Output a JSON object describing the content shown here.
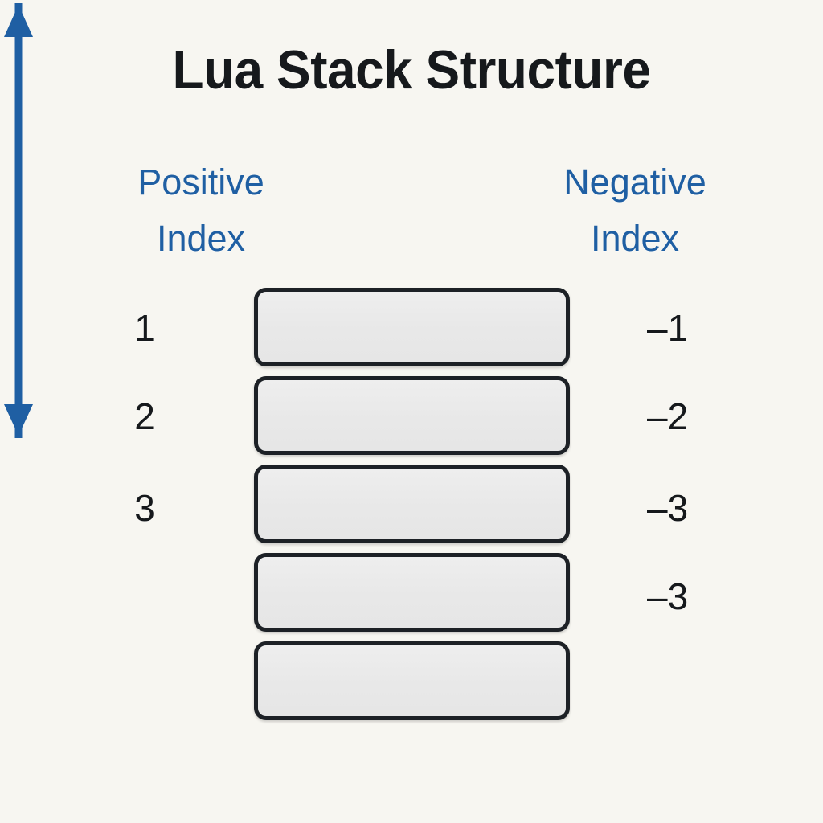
{
  "diagram": {
    "title": "Lua Stack Structure",
    "background_color": "#f7f6f1",
    "accent_color": "#1f5fa3",
    "box_border_color": "#1d2126",
    "box_fill_color": "#e9e9e9",
    "text_color": "#16191c"
  },
  "columns": {
    "left": {
      "header": "Positive\nIndex",
      "arrow": {
        "name": "up-arrow",
        "direction": "up",
        "color": "#1f5fa3"
      },
      "labels": [
        "1",
        "2",
        "3"
      ]
    },
    "right": {
      "header": "Negative\nIndex",
      "arrow": {
        "name": "down-arrow",
        "direction": "down",
        "color": "#1f5fa3"
      },
      "labels": [
        "–1",
        "–2",
        "–3",
        "–3"
      ]
    }
  },
  "stack": {
    "slot_count": 5,
    "slots": [
      {
        "label": "",
        "positive_index": "1",
        "negative_index": "–1"
      },
      {
        "label": "",
        "positive_index": "2",
        "negative_index": "–2"
      },
      {
        "label": "",
        "positive_index": "3",
        "negative_index": "–3"
      },
      {
        "label": "",
        "positive_index": "",
        "negative_index": "–3"
      },
      {
        "label": "",
        "positive_index": "",
        "negative_index": ""
      }
    ]
  },
  "chart_data": {
    "type": "diagram",
    "title": "Lua Stack Structure",
    "description": "Vertical stack of five empty rounded slots with positive indices counting down from the top on the left and negative indices on the right",
    "categories": [
      "slot 1",
      "slot 2",
      "slot 3",
      "slot 4",
      "slot 5"
    ],
    "series": [
      {
        "name": "Positive Index",
        "values": [
          "1",
          "2",
          "3",
          "",
          ""
        ]
      },
      {
        "name": "Negative Index",
        "values": [
          "–1",
          "–2",
          "–3",
          "–3",
          ""
        ]
      }
    ],
    "legend": [
      "Positive Index",
      "Negative Index"
    ],
    "grid": false
  }
}
